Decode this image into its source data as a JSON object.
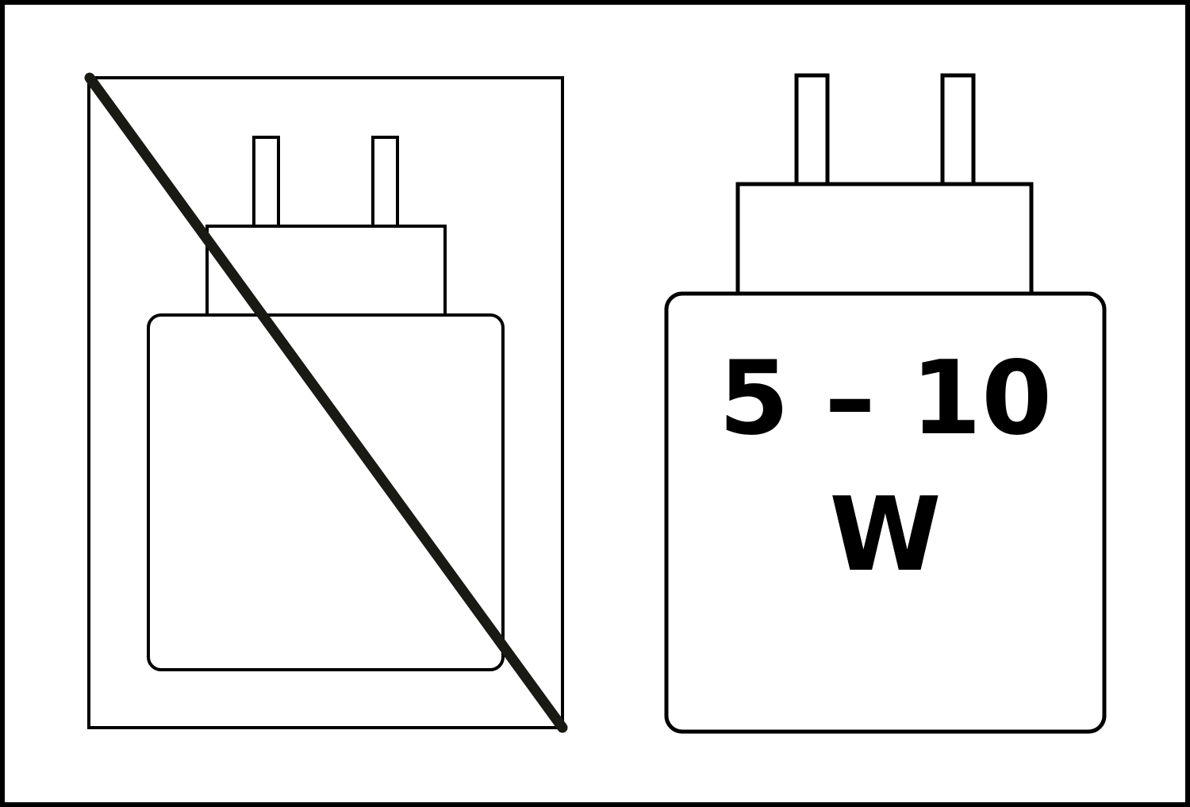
{
  "colors": {
    "ink": "#000000",
    "strike": "#1a1a14",
    "background": "#ffffff"
  },
  "left_panel": {
    "icon": "charger-not-included-icon",
    "strike_icon": "strike-through-line"
  },
  "right_panel": {
    "icon": "charger-icon",
    "power_range": "5 – 10",
    "power_unit": "W"
  }
}
